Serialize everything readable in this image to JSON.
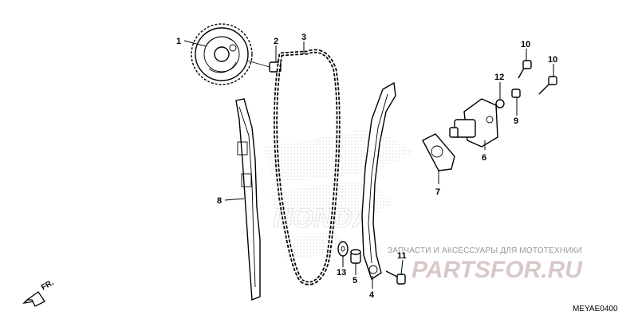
{
  "diagram": {
    "code": "MEYAE0400",
    "direction_label": "FR.",
    "callouts": [
      {
        "id": "1",
        "label": "1"
      },
      {
        "id": "2",
        "label": "2"
      },
      {
        "id": "3",
        "label": "3"
      },
      {
        "id": "4",
        "label": "4"
      },
      {
        "id": "5",
        "label": "5"
      },
      {
        "id": "6",
        "label": "6"
      },
      {
        "id": "7",
        "label": "7"
      },
      {
        "id": "8",
        "label": "8"
      },
      {
        "id": "9",
        "label": "9"
      },
      {
        "id": "10a",
        "label": "10"
      },
      {
        "id": "10b",
        "label": "10"
      },
      {
        "id": "11",
        "label": "11"
      },
      {
        "id": "12",
        "label": "12"
      },
      {
        "id": "13",
        "label": "13"
      }
    ]
  },
  "watermark": {
    "tagline": "ЗАПЧАСТИ И АКСЕССУАРЫ ДЛЯ МОТОТЕХНИКИ",
    "brand": "PARTSFOR.RU"
  }
}
